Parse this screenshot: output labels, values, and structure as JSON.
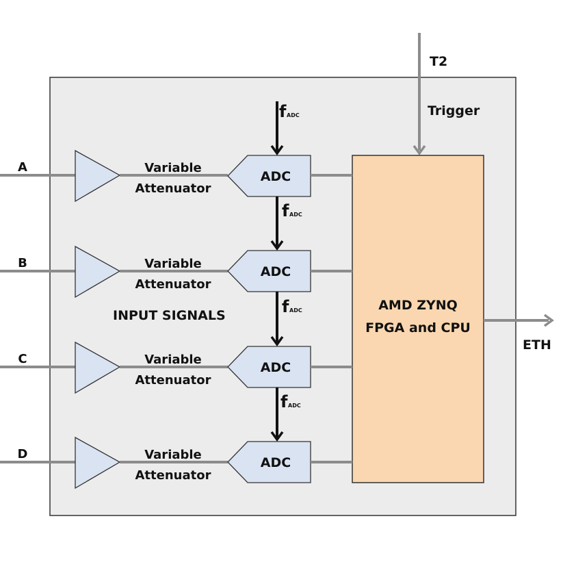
{
  "diagram": {
    "colors": {
      "board_fill": "#ececec",
      "board_stroke": "#333333",
      "amp_fill": "#dae3f2",
      "adc_fill": "#dae3f2",
      "fpga_fill": "#fad7b0",
      "signal_line": "#8c8c8c",
      "clock_line": "#111111"
    },
    "channels": [
      {
        "input_label": "A",
        "attenuator_line1": "Variable",
        "attenuator_line2": "Attenuator",
        "adc_label": "ADC"
      },
      {
        "input_label": "B",
        "attenuator_line1": "Variable",
        "attenuator_line2": "Attenuator",
        "adc_label": "ADC"
      },
      {
        "input_label": "C",
        "attenuator_line1": "Variable",
        "attenuator_line2": "Attenuator",
        "adc_label": "ADC"
      },
      {
        "input_label": "D",
        "attenuator_line1": "Variable",
        "attenuator_line2": "Attenuator",
        "adc_label": "ADC"
      }
    ],
    "clock": {
      "symbol": "f",
      "subscript": "ADC"
    },
    "input_signals_label": "INPUT SIGNALS",
    "fpga": {
      "line1": "AMD ZYNQ",
      "line2": "FPGA and CPU"
    },
    "trigger": {
      "external_label": "T2",
      "internal_label": "Trigger"
    },
    "ethernet_label": "ETH"
  }
}
